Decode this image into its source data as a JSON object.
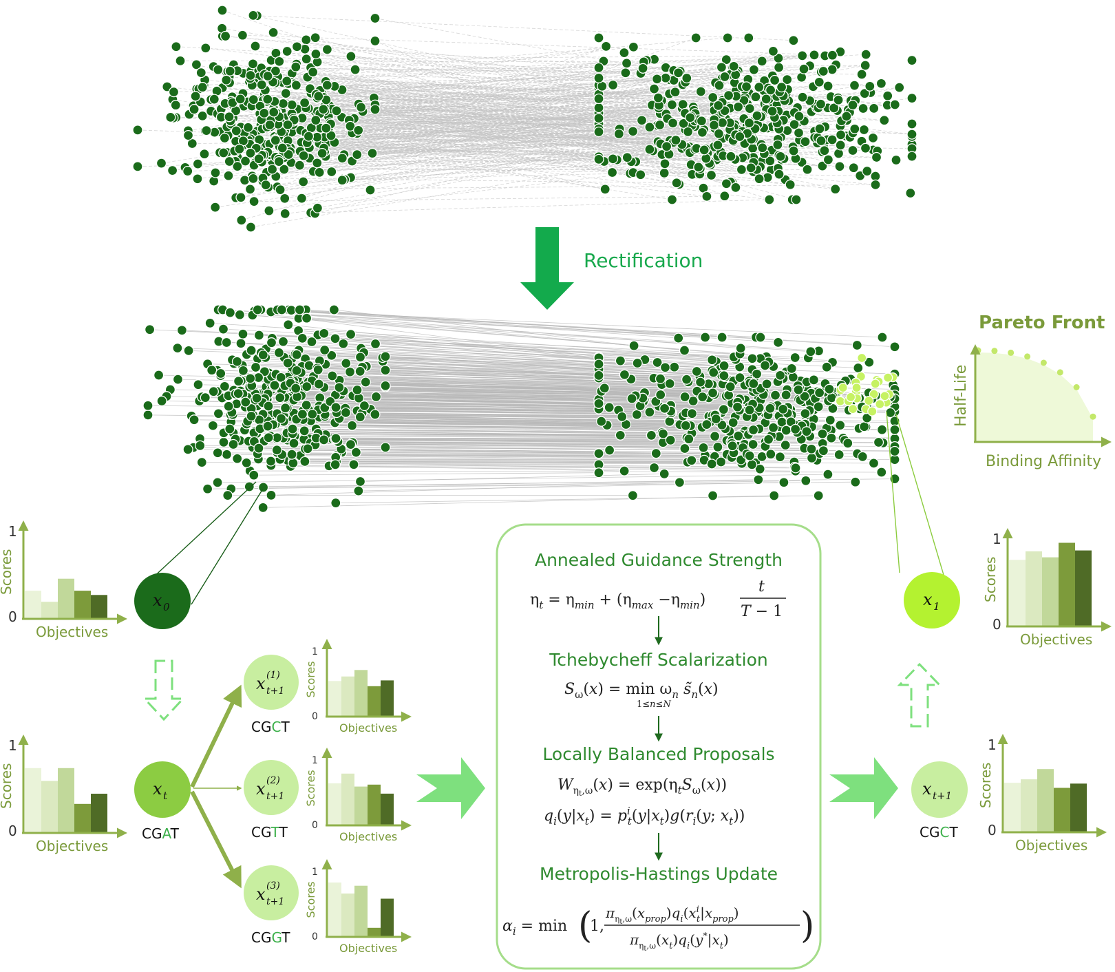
{
  "rectification_label": "Rectification",
  "pareto": {
    "title": "Pareto Front",
    "ylabel": "Half-Life",
    "xlabel": "Binding Affinity"
  },
  "nodes": {
    "x0": "x",
    "x0_sub": "0",
    "x1": "x",
    "x1_sub": "1",
    "xt": "x",
    "xt_sub": "t",
    "xt1": "x",
    "xt1_sub": "t+1",
    "cand_sup": [
      "(1)",
      "(2)",
      "(3)"
    ],
    "cand_sub": "t+1"
  },
  "sequences": {
    "xt": {
      "pre": "CG",
      "mut": "A",
      "post": "T"
    },
    "cand1": {
      "pre": "CG",
      "mut": "C",
      "post": "T"
    },
    "cand2": {
      "pre": "CG",
      "mut": "T",
      "post": "T"
    },
    "cand3": {
      "pre": "CG",
      "mut": "G",
      "post": "T"
    },
    "xt1": {
      "pre": "CG",
      "mut": "C",
      "post": "T"
    }
  },
  "algorithm": {
    "step1_title": "Annealed Guidance Strength",
    "step2_title": "Tchebycheff Scalarization",
    "step3_title": "Locally Balanced Proposals",
    "step4_title": "Metropolis-Hastings Update"
  },
  "colors": {
    "dark_green": "#1a6b1a",
    "mid_green": "#8dc63f",
    "light_green": "#c5eb9a",
    "lime": "#b6f23a",
    "title_green": "#2f8a2f",
    "arrow_green": "#7ee07e"
  },
  "chart_data": [
    {
      "type": "bar",
      "name_hint": "x0 scores",
      "ylabel": "Scores",
      "xlabel": "Objectives",
      "yticks": [
        "0",
        "1"
      ],
      "values": [
        0.33,
        0.2,
        0.47,
        0.33,
        0.28
      ]
    },
    {
      "type": "bar",
      "name_hint": "x1 scores",
      "ylabel": "Scores",
      "xlabel": "Objectives",
      "yticks": [
        "0",
        "1"
      ],
      "values": [
        0.78,
        0.88,
        0.81,
        0.98,
        0.89
      ]
    },
    {
      "type": "bar",
      "name_hint": "xt scores",
      "ylabel": "Scores",
      "xlabel": "Objectives",
      "yticks": [
        "0",
        "1"
      ],
      "values": [
        0.76,
        0.61,
        0.76,
        0.34,
        0.46
      ]
    },
    {
      "type": "bar",
      "name_hint": "x_t+1(1) scores",
      "ylabel": "Scores",
      "xlabel": "Objectives",
      "yticks": [
        "0",
        "1"
      ],
      "values": [
        0.55,
        0.62,
        0.72,
        0.47,
        0.56
      ]
    },
    {
      "type": "bar",
      "name_hint": "x_t+1(2) scores",
      "ylabel": "Scores",
      "xlabel": "Objectives",
      "yticks": [
        "0",
        "1"
      ],
      "values": [
        0.65,
        0.8,
        0.6,
        0.63,
        0.49
      ]
    },
    {
      "type": "bar",
      "name_hint": "x_t+1(3) scores",
      "ylabel": "Scores",
      "xlabel": "Objectives",
      "yticks": [
        "0",
        "1"
      ],
      "values": [
        0.84,
        0.67,
        0.79,
        0.14,
        0.59
      ]
    },
    {
      "type": "bar",
      "name_hint": "x_t+1 scores",
      "ylabel": "Scores",
      "xlabel": "Objectives",
      "yticks": [
        "0",
        "1"
      ],
      "values": [
        0.58,
        0.62,
        0.74,
        0.52,
        0.57
      ]
    }
  ]
}
